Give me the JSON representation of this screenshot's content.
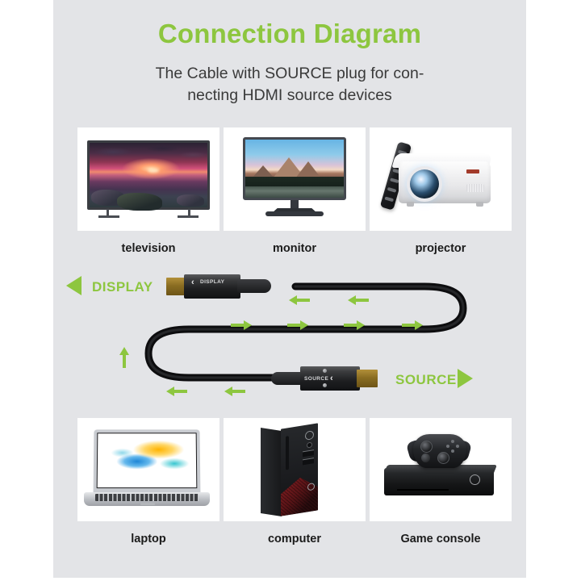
{
  "page": {
    "background_color": "#ffffff",
    "card_color": "#e3e4e7",
    "accent_green": "#8dc63f",
    "title": "Connection Diagram",
    "subtitle_line1": "The Cable with SOURCE plug for con-",
    "subtitle_line2": "necting HDMI source devices"
  },
  "display_devices": [
    {
      "id": "television",
      "label": "television",
      "icon": "television-icon"
    },
    {
      "id": "monitor",
      "label": "monitor",
      "icon": "monitor-icon"
    },
    {
      "id": "projector",
      "label": "projector",
      "icon": "projector-icon"
    }
  ],
  "source_devices": [
    {
      "id": "laptop",
      "label": "laptop",
      "icon": "laptop-icon"
    },
    {
      "id": "computer",
      "label": "computer",
      "icon": "desktop-computer-icon"
    },
    {
      "id": "game-console",
      "label": "Game console",
      "icon": "game-console-icon"
    }
  ],
  "cable": {
    "display_end": {
      "label": "DISPLAY",
      "arrow_direction": "left",
      "connector_text": "DISPLAY",
      "connector_chevron": "‹",
      "plug_type": "HDMI",
      "plug_color": "#8a6d22"
    },
    "source_end": {
      "label": "SOURCE",
      "arrow_direction": "right",
      "connector_text": "SOURCE",
      "connector_chevron": "‹",
      "plug_type": "HDMI",
      "plug_color": "#8a6d22"
    },
    "signal_flow_arrows": {
      "color": "#8dc63f",
      "top_row_left": [
        "left",
        "left"
      ],
      "middle_row_right": [
        "right",
        "right",
        "right",
        "right"
      ],
      "left_turn": "up",
      "bottom_row_left": [
        "left",
        "left"
      ]
    }
  }
}
